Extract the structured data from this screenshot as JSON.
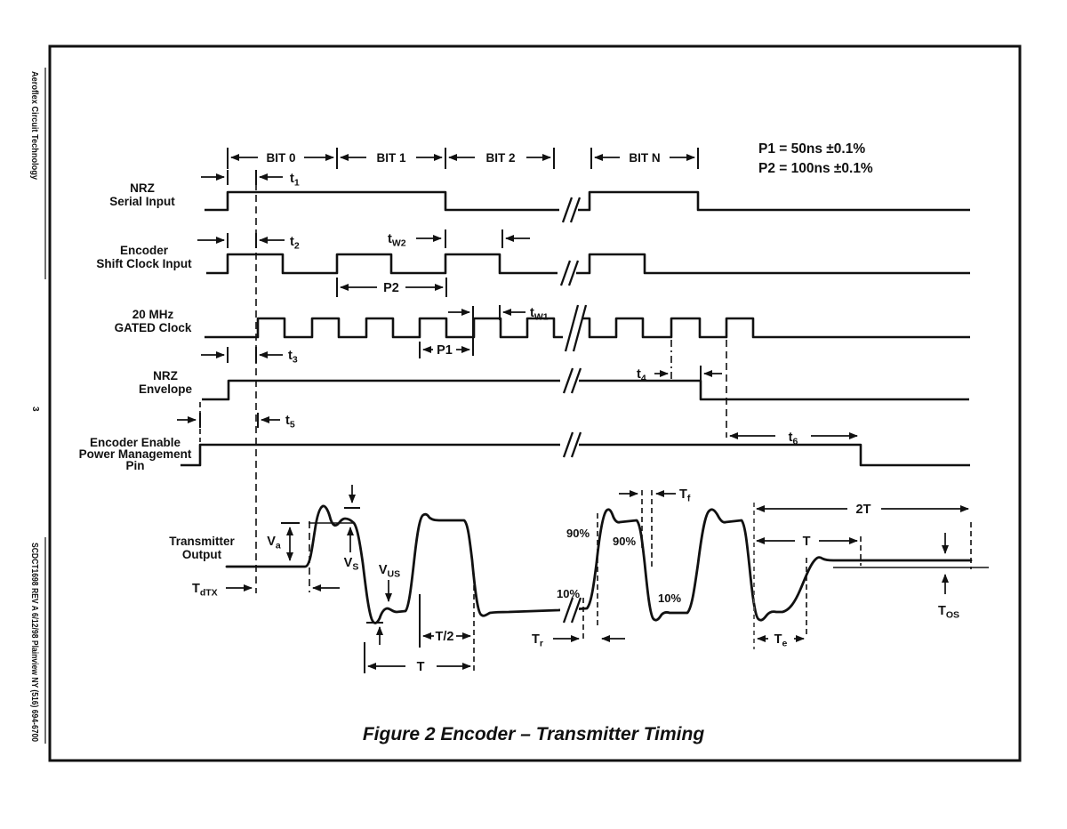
{
  "sidebar": {
    "company": "Aeroflex Circuit Technology",
    "page_number": "3",
    "doc_code": "SCDCT1698 REV A 6/12/98  Plainview NY (516) 694-6700"
  },
  "notes": {
    "p1_spec": "P1 = 50ns ±0.1%",
    "p2_spec": "P2 = 100ns ±0.1%"
  },
  "bits": {
    "bit0": "BIT 0",
    "bit1": "BIT 1",
    "bit2": "BIT 2",
    "bitn": "BIT N"
  },
  "signals": {
    "nrz_serial": {
      "line1": "NRZ",
      "line2": "Serial Input"
    },
    "shift_clock": {
      "line1": "Encoder",
      "line2": "Shift Clock Input"
    },
    "gated_clock": {
      "line1": "20 MHz",
      "line2": "GATED Clock"
    },
    "nrz_envelope": {
      "line1": "NRZ",
      "line2": "Envelope"
    },
    "encoder_enable": {
      "line1": "Encoder Enable",
      "line2": "Power Management",
      "line3": "Pin"
    },
    "transmitter_output": {
      "line1": "Transmitter",
      "line2": "Output"
    }
  },
  "timing": {
    "t1": {
      "main": "t",
      "sub": "1"
    },
    "t2": {
      "main": "t",
      "sub": "2"
    },
    "t3": {
      "main": "t",
      "sub": "3"
    },
    "t4": {
      "main": "t",
      "sub": "4"
    },
    "t5": {
      "main": "t",
      "sub": "5"
    },
    "t6": {
      "main": "t",
      "sub": "6"
    },
    "tw1": {
      "main": "t",
      "sub": "W1"
    },
    "tw2": {
      "main": "t",
      "sub": "W2"
    },
    "p1": "P1",
    "p2": "P2",
    "tdtx": {
      "main": "T",
      "sub": "dTX"
    },
    "va": {
      "main": "V",
      "sub": "a"
    },
    "vs": {
      "main": "V",
      "sub": "S"
    },
    "vus": {
      "main": "V",
      "sub": "US"
    },
    "tr": {
      "main": "T",
      "sub": "r"
    },
    "tf": {
      "main": "T",
      "sub": "f"
    },
    "te": {
      "main": "T",
      "sub": "e"
    },
    "tos": {
      "main": "T",
      "sub": "OS"
    },
    "t_half": "T/2",
    "t_period": "T",
    "two_t": "2T",
    "pct90": "90%",
    "pct10": "10%"
  },
  "caption": "Figure 2   Encoder – Transmitter Timing"
}
